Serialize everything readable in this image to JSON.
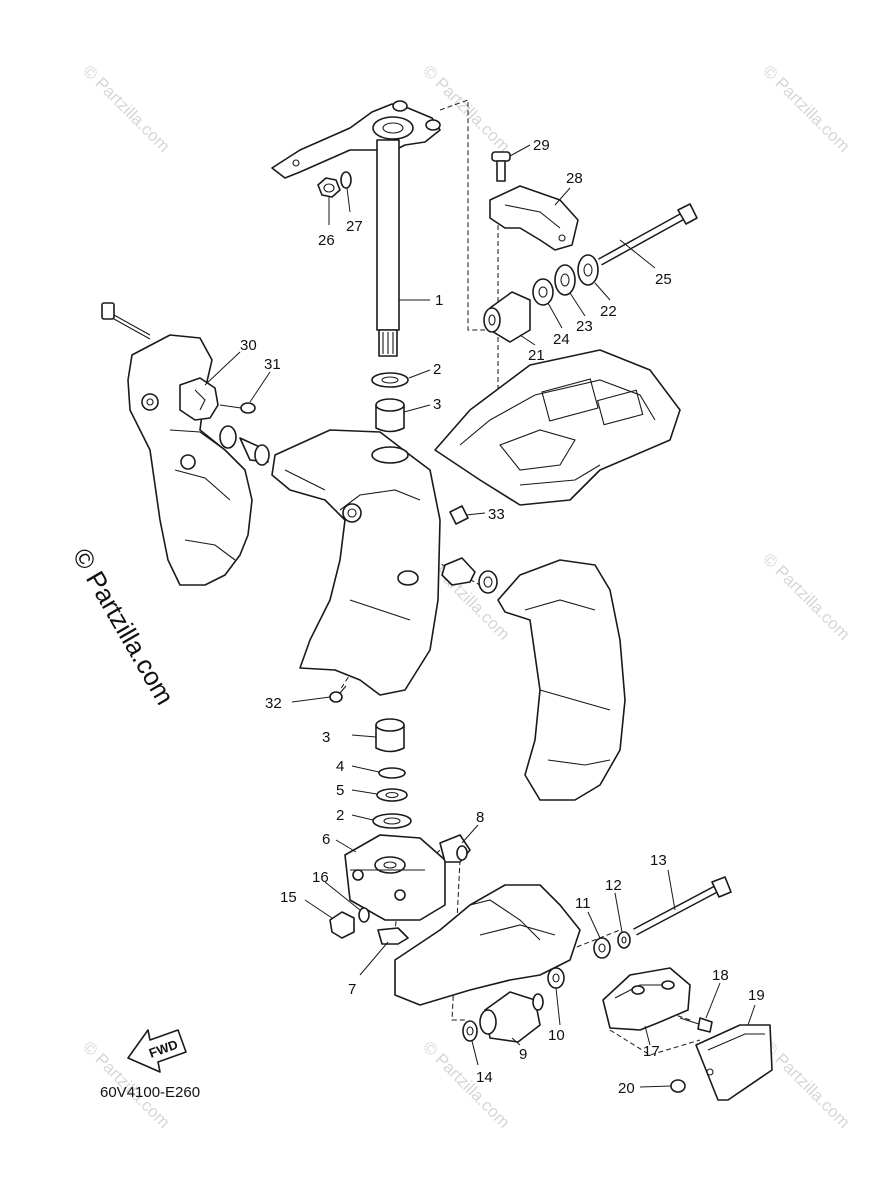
{
  "watermark": {
    "faint": "© Partzilla.com",
    "vertical": "© Partzilla.com"
  },
  "diagram_code": "60V4100-E260",
  "fwd_label": "FWD",
  "callouts": {
    "c1": "1",
    "c2a": "2",
    "c2b": "2",
    "c3a": "3",
    "c3b": "3",
    "c4": "4",
    "c5": "5",
    "c6": "6",
    "c7": "7",
    "c8": "8",
    "c9": "9",
    "c10": "10",
    "c11": "11",
    "c12": "12",
    "c13": "13",
    "c14": "14",
    "c15": "15",
    "c16": "16",
    "c17": "17",
    "c18": "18",
    "c19": "19",
    "c20": "20",
    "c21": "21",
    "c22": "22",
    "c23": "23",
    "c24": "24",
    "c25": "25",
    "c26": "26",
    "c27": "27",
    "c28": "28",
    "c29": "29",
    "c30": "30",
    "c31": "31",
    "c32": "32",
    "c33": "33"
  }
}
